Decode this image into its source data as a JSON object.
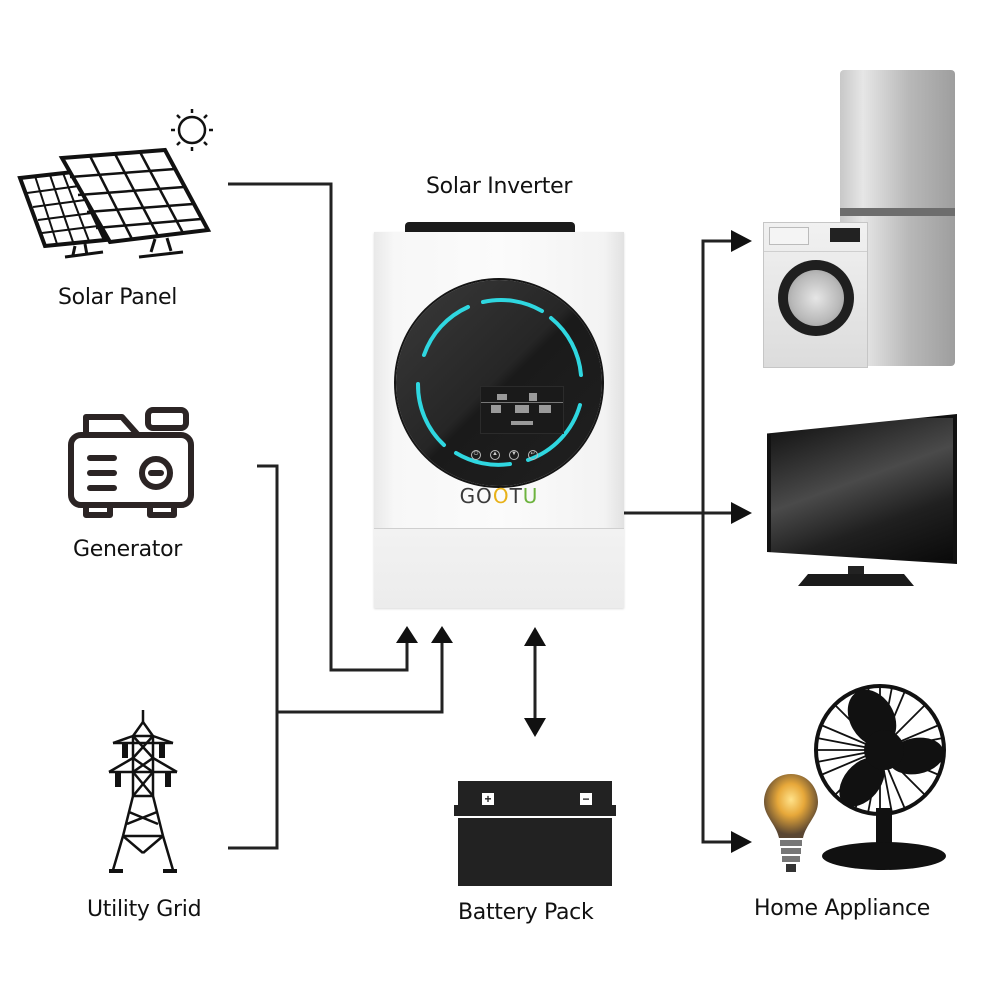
{
  "diagram": {
    "title": "Solar Inverter",
    "inverter": {
      "label": "Solar Inverter",
      "brand_parts": [
        "GO",
        "O",
        "T",
        "U"
      ],
      "brand": "GOOTU",
      "accent_color": "#2fd7e0",
      "buttons": [
        "power-icon",
        "up-icon",
        "down-icon",
        "enter-icon"
      ]
    },
    "sources": [
      {
        "id": "solar-panel",
        "label": "Solar Panel",
        "icon": "solar-panel-icon"
      },
      {
        "id": "generator",
        "label": "Generator",
        "icon": "generator-icon"
      },
      {
        "id": "utility-grid",
        "label": "Utility Grid",
        "icon": "power-tower-icon"
      }
    ],
    "storage": {
      "id": "battery-pack",
      "label": "Battery Pack",
      "icon": "battery-icon",
      "plus": "+",
      "minus": "−"
    },
    "loads": {
      "label": "Home Appliance",
      "items": [
        "washing-machine",
        "refrigerator",
        "television",
        "light-bulb",
        "desk-fan"
      ]
    },
    "connections": [
      {
        "from": "Solar Panel",
        "to": "Solar Inverter",
        "direction": "one-way"
      },
      {
        "from": "Generator",
        "to": "Solar Inverter",
        "direction": "one-way"
      },
      {
        "from": "Utility Grid",
        "to": "Solar Inverter",
        "direction": "one-way"
      },
      {
        "from": "Solar Inverter",
        "to": "Battery Pack",
        "direction": "two-way"
      },
      {
        "from": "Solar Inverter",
        "to": "Home Appliance",
        "direction": "one-way",
        "branches": 3
      }
    ],
    "colors": {
      "line": "#222222",
      "background": "#ffffff",
      "brand_orange": "#e8b21a",
      "brand_green": "#6db33f"
    }
  }
}
